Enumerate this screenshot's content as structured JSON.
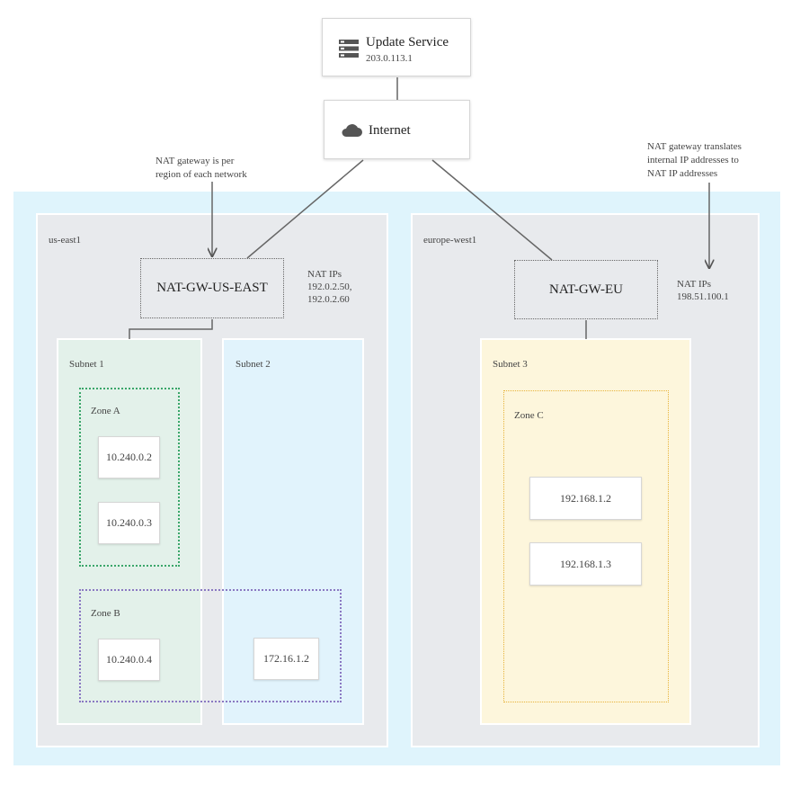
{
  "update_service": {
    "title": "Update Service",
    "ip": "203.0.113.1",
    "icon": "server-icon"
  },
  "internet": {
    "title": "Internet",
    "icon": "cloud-icon"
  },
  "notes": {
    "per_region": [
      "NAT gateway is per",
      "region of each network"
    ],
    "translates": [
      "NAT gateway translates",
      "internal IP addresses to",
      "NAT IP addresses"
    ]
  },
  "regions": [
    {
      "name": "us-east1",
      "nat_gateway": "NAT-GW-US-EAST",
      "nat_ips_label": "NAT IPs",
      "nat_ips": [
        "192.0.2.50,",
        "192.0.2.60"
      ],
      "subnets": [
        {
          "name": "Subnet 1"
        },
        {
          "name": "Subnet 2"
        }
      ],
      "zones": [
        {
          "name": "Zone A",
          "vms": [
            "10.240.0.2",
            "10.240.0.3"
          ]
        },
        {
          "name": "Zone B",
          "vms": [
            "10.240.0.4",
            "172.16.1.2"
          ]
        }
      ]
    },
    {
      "name": "europe-west1",
      "nat_gateway": "NAT-GW-EU",
      "nat_ips_label": "NAT IPs",
      "nat_ips": [
        "198.51.100.1"
      ],
      "subnets": [
        {
          "name": "Subnet 3"
        }
      ],
      "zones": [
        {
          "name": "Zone C",
          "vms": [
            "192.168.1.2",
            "192.168.1.3"
          ]
        }
      ]
    }
  ],
  "colors": {
    "vpc_bg": "#dff4fc",
    "region_bg": "#e8eaed",
    "subnet1_bg": "#e3f1ea",
    "subnet2_bg": "#e1f3fc",
    "subnet3_bg": "#fdf6dc",
    "zoneA_border": "#3aa66a",
    "zoneB_border": "#8a78c2",
    "zoneC_border": "#e7b33a"
  }
}
